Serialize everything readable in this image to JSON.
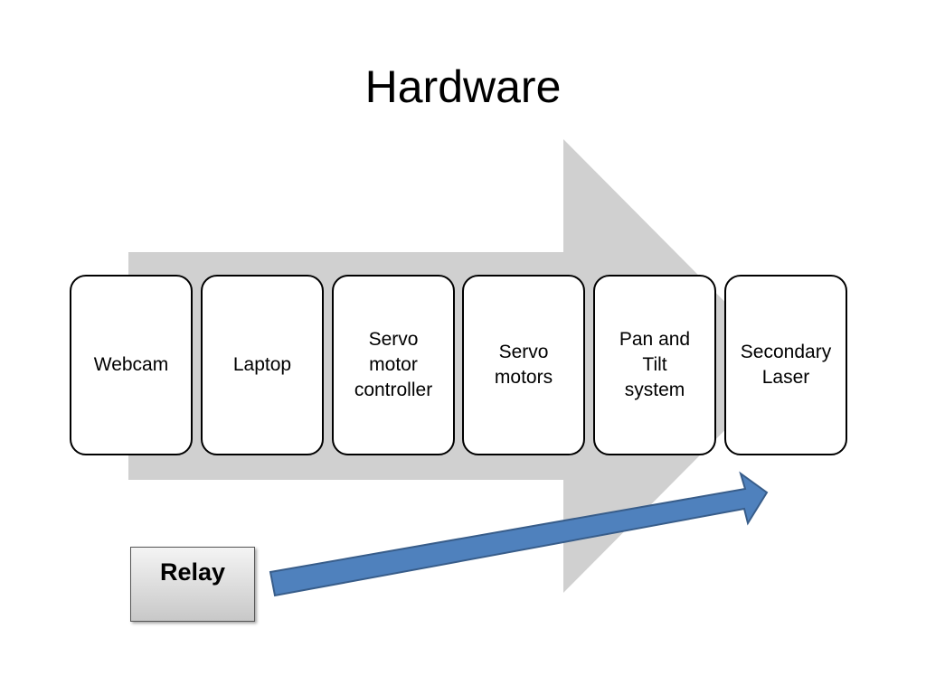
{
  "slide": {
    "title": "Hardware"
  },
  "process": {
    "steps": [
      {
        "label": "Webcam"
      },
      {
        "label": "Laptop"
      },
      {
        "label": "Servo\nmotor\ncontroller"
      },
      {
        "label": "Servo\nmotors"
      },
      {
        "label": "Pan and\nTilt\nsystem"
      },
      {
        "label": "Secondary\nLaser"
      }
    ]
  },
  "relay": {
    "label": "Relay"
  },
  "colors": {
    "background_arrow": "#d0d0d0",
    "relay_arrow_fill": "#4f81bd",
    "relay_arrow_stroke": "#385d8a",
    "box_border": "#000000"
  }
}
